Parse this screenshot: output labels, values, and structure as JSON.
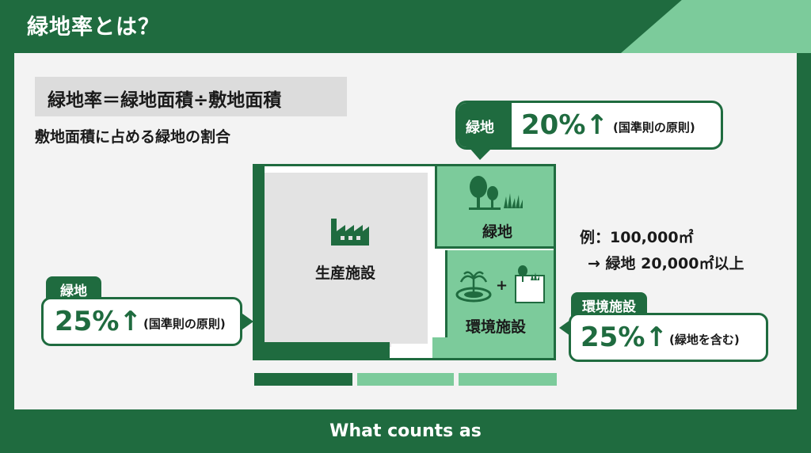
{
  "header": {
    "title": "緑地率とは？"
  },
  "formula": "緑地率＝緑地面積÷敷地面積",
  "subtitle": "敷地面積に占める緑地の割合",
  "site": {
    "production_label": "生産施設",
    "green_label": "緑地",
    "env_label": "環境施設"
  },
  "callouts": {
    "green_top": {
      "tag": "緑地",
      "value": "20%↑",
      "note": "(国準則の原則)"
    },
    "green_left": {
      "tag": "緑地",
      "value": "25%↑",
      "note": "(国準則の原則)"
    },
    "env": {
      "tag": "環境施設",
      "value": "25%↑",
      "note": "(緑地を含む)"
    }
  },
  "example": {
    "line1": "例：100,000㎡",
    "line2": "→ 緑地 20,000㎡以上"
  },
  "footer": "What counts as",
  "colors": {
    "dark_green": "#1f6b3f",
    "light_green": "#7ccb9b",
    "panel": "#f3f3f3",
    "gray": "#e3e3e3"
  },
  "icons": [
    "factory-icon",
    "tree-icon",
    "grass-icon",
    "fountain-icon",
    "planter-icon",
    "left-arrow-icon",
    "right-arrow-icon"
  ]
}
